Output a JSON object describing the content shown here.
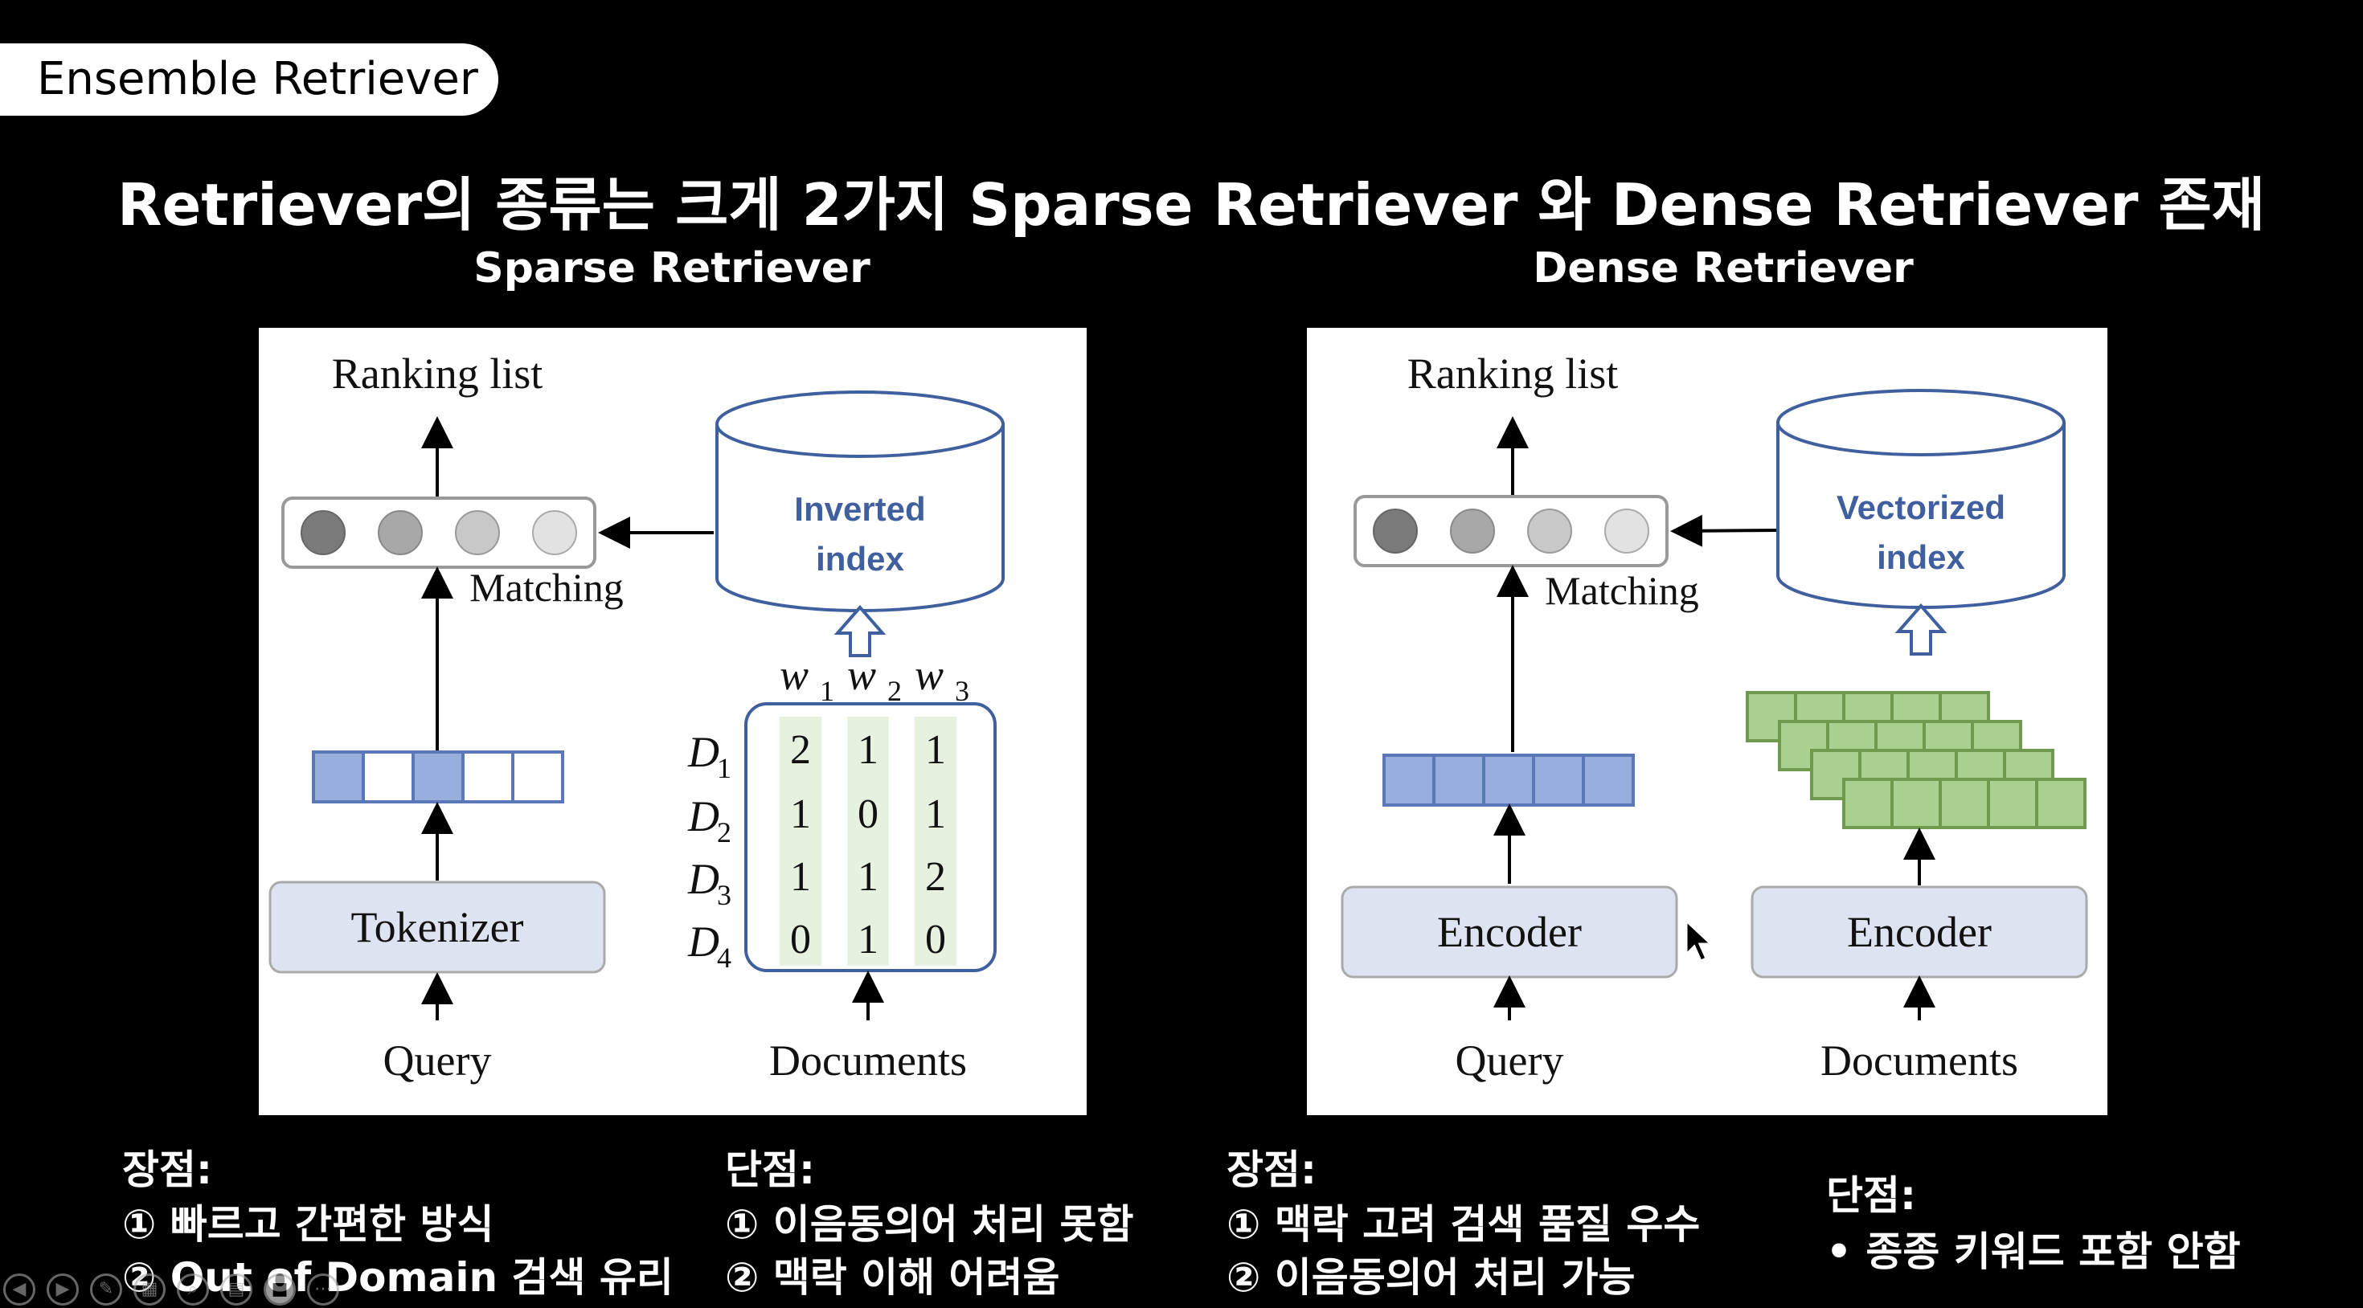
{
  "slide": {
    "tag": "Ensemble Retriever",
    "headline": "Retriever의 종류는 크게 2가지 Sparse Retriever 와 Dense Retriever 존재"
  },
  "sparse": {
    "title": "Sparse Retriever",
    "diagram": {
      "ranking_list": "Ranking list",
      "index_line1": "Inverted",
      "index_line2": "index",
      "matching": "Matching",
      "tokenizer": "Tokenizer",
      "query": "Query",
      "documents": "Documents",
      "cols": [
        "w",
        "w",
        "w"
      ],
      "col_subs": [
        "1",
        "2",
        "3"
      ],
      "rows": [
        "D",
        "D",
        "D",
        "D"
      ],
      "row_subs": [
        "1",
        "2",
        "3",
        "4"
      ],
      "matrix": [
        [
          "2",
          "1",
          "1"
        ],
        [
          "1",
          "0",
          "1"
        ],
        [
          "1",
          "1",
          "2"
        ],
        [
          "0",
          "1",
          "0"
        ]
      ]
    },
    "pros_title": "장점:",
    "pros": [
      "①  빠르고 간편한 방식",
      "②  Out of Domain 검색 유리"
    ],
    "cons_title": "단점:",
    "cons": [
      "①  이음동의어 처리 못함",
      "②  맥락 이해 어려움"
    ]
  },
  "dense": {
    "title": "Dense Retriever",
    "diagram": {
      "ranking_list": "Ranking list",
      "index_line1": "Vectorized",
      "index_line2": "index",
      "matching": "Matching",
      "encoder_query": "Encoder",
      "encoder_docs": "Encoder",
      "query": "Query",
      "documents": "Documents"
    },
    "pros_title": "장점:",
    "pros": [
      "①  맥락 고려 검색 품질 우수",
      "②  이음동의어 처리 가능"
    ],
    "cons_title": "단점:",
    "cons": [
      "•     종종 키워드 포함 안함"
    ]
  },
  "colors": {
    "background": "#000000",
    "blue_cell": "#98aedd",
    "blue_stroke": "#5a78b8",
    "green_cell": "#a9d08e",
    "green_stroke": "#6f9a50",
    "box_fill": "#dde3f1",
    "index_text": "#3f5f9e"
  },
  "toolbar": {
    "icons": [
      "prev-icon",
      "next-icon",
      "pen-icon",
      "grid-icon",
      "zoom-icon",
      "subtitles-icon",
      "camera-icon",
      "more-icon"
    ]
  }
}
